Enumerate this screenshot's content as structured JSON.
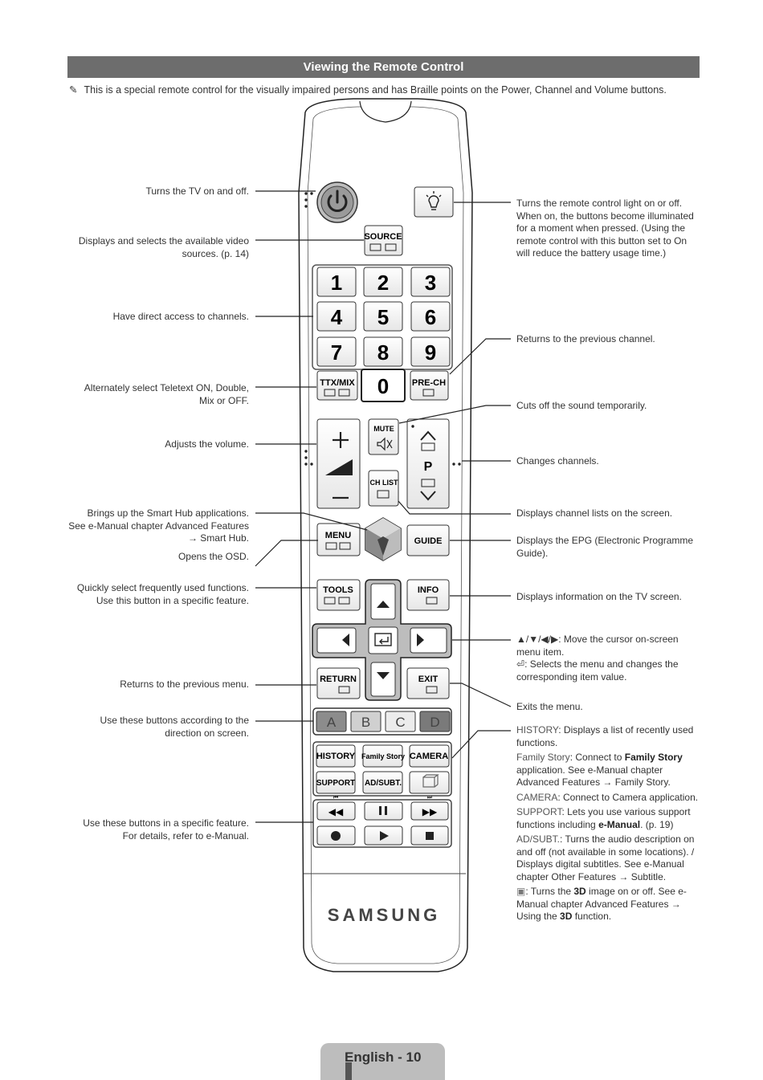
{
  "header": {
    "title": "Viewing the Remote Control"
  },
  "note": {
    "icon": "pencil-note-icon",
    "text": "This is a special remote control for the visually impaired persons and has Braille points on the Power, Channel and Volume buttons."
  },
  "remote": {
    "source_label": "SOURCE",
    "digits": [
      "1",
      "2",
      "3",
      "4",
      "5",
      "6",
      "7",
      "8",
      "9"
    ],
    "zero": "0",
    "ttx_label": "TTX/MIX",
    "prech_label": "PRE-CH",
    "mute_label": "MUTE",
    "chlist_label": "CH LIST",
    "ch_p": "P",
    "menu_label": "MENU",
    "guide_label": "GUIDE",
    "tools_label": "TOOLS",
    "info_label": "INFO",
    "return_label": "RETURN",
    "exit_label": "EXIT",
    "color_buttons": [
      "A",
      "B",
      "C",
      "D"
    ],
    "history_label": "HISTORY",
    "family_label": "Family Story",
    "camera_label": "CAMERA",
    "support_label": "SUPPORT",
    "adsubt_label": "AD/SUBT.",
    "brand": "SAMSUNG"
  },
  "annotations_left": {
    "power": "Turns the TV on and off.",
    "source": "Displays and selects the available video sources. (p. 14)",
    "channels": "Have direct access to channels.",
    "teletext": "Alternately select Teletext ON, Double, Mix or OFF.",
    "volume": "Adjusts the volume.",
    "smarthub": "Brings up the Smart Hub applications. See e-Manual chapter Advanced Features → Smart Hub.",
    "osd": "Opens the OSD.",
    "tools": "Quickly select frequently used functions. Use this button in a specific feature.",
    "return": "Returns to the previous menu.",
    "colors": "Use these buttons according to the direction on screen.",
    "playback": "Use these buttons in a specific feature. For details, refer to e-Manual."
  },
  "annotations_right": {
    "light": "Turns the remote control light on or off. When on, the buttons become illuminated for a moment when pressed. (Using the remote control with this button set to On will reduce the battery usage time.)",
    "prech": "Returns to the previous channel.",
    "mute": "Cuts off the sound temporarily.",
    "channel": "Changes channels.",
    "chlist": "Displays channel lists on the screen.",
    "guide": "Displays the EPG (Electronic Programme Guide).",
    "info": "Displays information on the TV screen.",
    "nav_arrows": "▲/▼/◀/▶: Move the cursor on-screen menu item.",
    "nav_enter": ": Selects the menu and changes the corresponding item value.",
    "exit": "Exits the menu.",
    "history_term": "HISTORY",
    "history_desc": ": Displays a list of recently used functions.",
    "family_term": "Family Story",
    "family_desc1": ": Connect to ",
    "family_bold": "Family Story",
    "family_desc2": " application. See e-Manual chapter Advanced Features → Family Story.",
    "camera_term": "CAMERA",
    "camera_desc": ": Connect to Camera application.",
    "support_term": "SUPPORT",
    "support_desc1": ": Lets you use various support functions including ",
    "support_bold": "e-Manual",
    "support_desc2": ". (p. 19)",
    "adsubt_term": "AD/SUBT.",
    "adsubt_desc": ": Turns the audio description on and off (not available in some locations). / Displays digital subtitles. See e-Manual chapter Other Features → Subtitle.",
    "threed_desc1": ": Turns the ",
    "threed_bold1": "3D",
    "threed_desc2": " image on or off. See e-Manual chapter Advanced Features → Using the ",
    "threed_bold2": "3D",
    "threed_desc3": " function."
  },
  "footer": {
    "label": "English - 10"
  }
}
